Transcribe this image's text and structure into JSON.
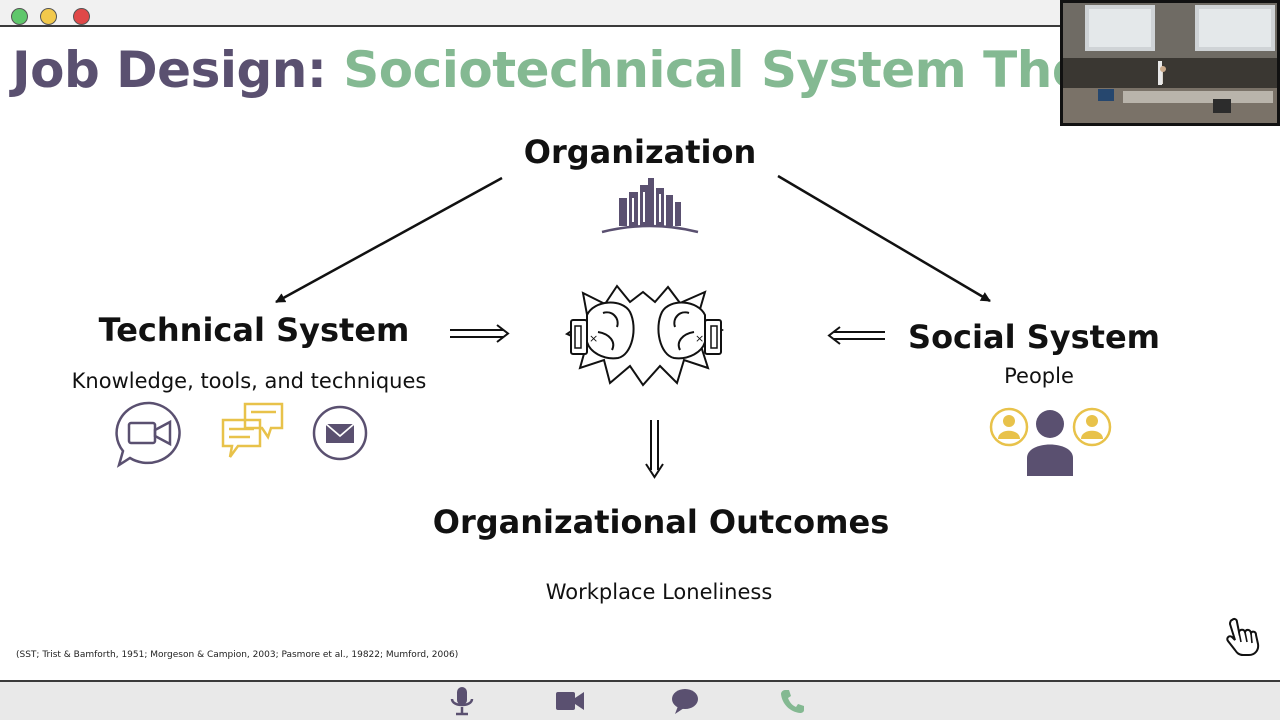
{
  "window": {
    "traffic_lights": [
      {
        "name": "green",
        "color": "#5fc76b"
      },
      {
        "name": "yellow",
        "color": "#f2c94c"
      },
      {
        "name": "red",
        "color": "#e04848"
      }
    ]
  },
  "slide": {
    "title_part1": "Job  Design:",
    "title_part2": "Sociotechnical System Theory (",
    "organization": {
      "title": "Organization",
      "icon": "buildings-icon"
    },
    "technical": {
      "title": "Technical System",
      "subtitle": "Knowledge, tools, and techniques",
      "icons": [
        "video-chat-icon",
        "chat-bubbles-icon",
        "mail-icon"
      ]
    },
    "social": {
      "title": "Social System",
      "subtitle": "People",
      "icon": "people-group-icon"
    },
    "center_icon": "boxing-gloves-clash-icon",
    "outcomes": {
      "title": "Organizational Outcomes",
      "subtitle": "Workplace Loneliness"
    },
    "citation": "(SST; Trist & Bamforth, 1951; Morgeson & Campion, 2003; Pasmore et al., 19822; Mumford, 2006)",
    "colors": {
      "title_dark": "#5a5070",
      "title_green": "#84b992",
      "icon_purple": "#5a5070",
      "icon_gold": "#e8c24a"
    }
  },
  "controls": [
    {
      "name": "microphone-button",
      "icon": "microphone-icon"
    },
    {
      "name": "camera-button",
      "icon": "video-camera-icon"
    },
    {
      "name": "chat-button",
      "icon": "chat-icon"
    },
    {
      "name": "phone-button",
      "icon": "phone-icon"
    }
  ]
}
